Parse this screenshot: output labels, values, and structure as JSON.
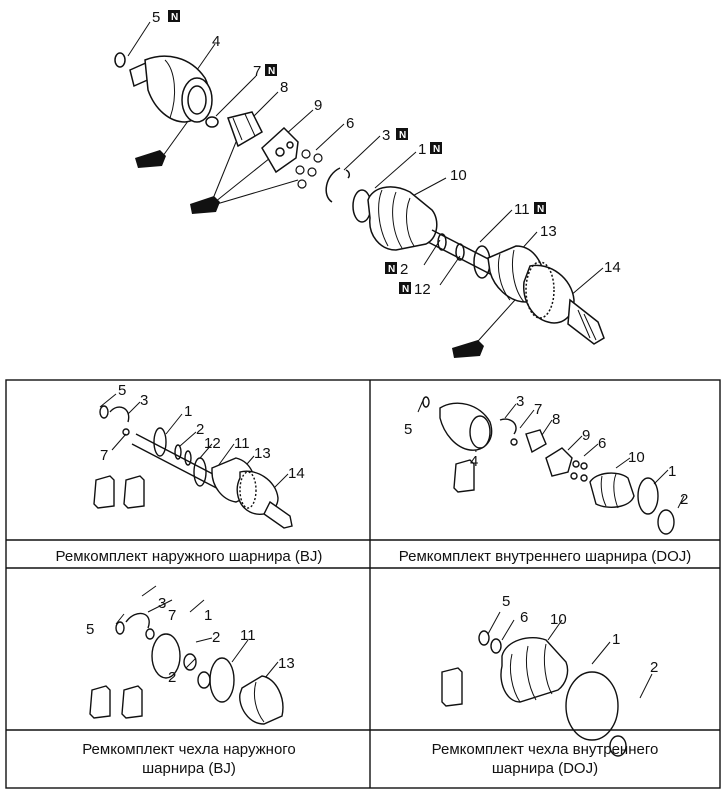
{
  "main_diagram": {
    "labels": {
      "l5N": "5",
      "l4": "4",
      "l7N": "7",
      "l8": "8",
      "l9": "9",
      "l6": "6",
      "l3N": "3",
      "l1N": "1",
      "l10": "10",
      "l11N": "11",
      "l13": "13",
      "l2N": "2",
      "l12N": "12",
      "l14": "14"
    },
    "new_marker": "N"
  },
  "panels": {
    "bj_kit": {
      "caption": "Ремкомплект наружного шарнира (BJ)",
      "labels": {
        "a5": "5",
        "a3": "3",
        "a7": "7",
        "a1": "1",
        "a2": "2",
        "a12": "12",
        "a11": "11",
        "a13": "13",
        "a14": "14"
      }
    },
    "doj_kit": {
      "caption": "Ремкомплект внутреннего шарнира (DOJ)",
      "labels": {
        "b5": "5",
        "b4": "4",
        "b3": "3",
        "b7": "7",
        "b8": "8",
        "b9": "9",
        "b6": "6",
        "b10": "10",
        "b1": "1",
        "b2": "2"
      }
    },
    "bj_boot_kit": {
      "caption_line1": "Ремкомплект чехла наружного",
      "caption_line2": "шарнира (BJ)",
      "labels": {
        "c3": "3",
        "c7": "7",
        "c5": "5",
        "c1": "1",
        "c2a": "2",
        "c2b": "2",
        "c11": "11",
        "c13": "13"
      }
    },
    "doj_boot_kit": {
      "caption_line1": "Ремкомплект чехла внутреннего",
      "caption_line2": "шарнира (DOJ)",
      "labels": {
        "d5": "5",
        "d6": "6",
        "d10": "10",
        "d1": "1",
        "d2": "2"
      }
    }
  }
}
